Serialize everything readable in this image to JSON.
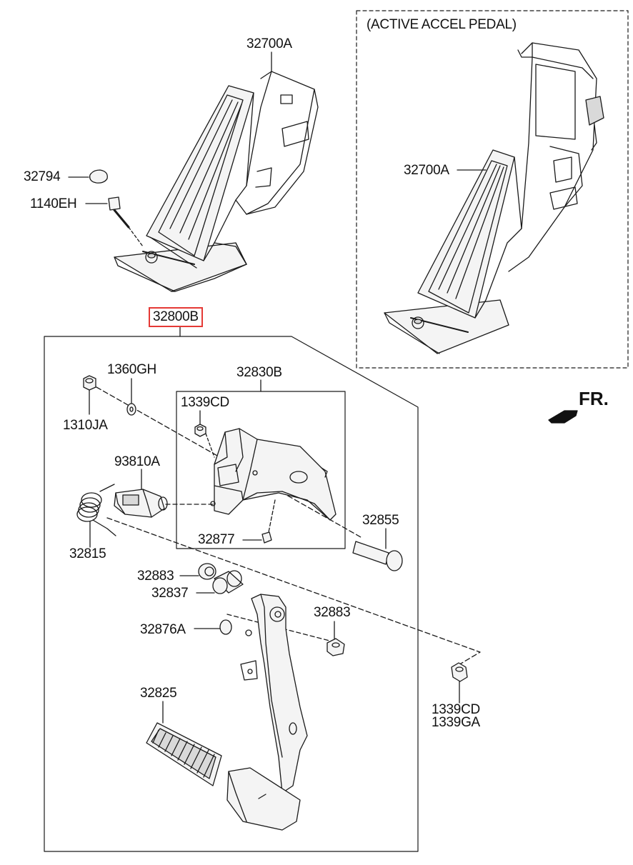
{
  "active_box_title": "(ACTIVE ACCEL PEDAL)",
  "direction_label": "FR.",
  "labels": {
    "accel_top": "32700A",
    "accel_active": "32700A",
    "cap": "32794",
    "bolt": "1140EH",
    "assembly": "32800B",
    "bracket_sub": "32830B",
    "nut_1310": "1310JA",
    "washer_1360": "1360GH",
    "nut_1339_inner": "1339CD",
    "switch": "93810A",
    "spring": "32815",
    "pin_32877": "32877",
    "bolt_32855": "32855",
    "bush_left": "32883",
    "bush_right": "32883",
    "sleeve": "32837",
    "stopper": "32876A",
    "pad": "32825",
    "nut_bottom_a": "1339CD",
    "nut_bottom_b": "1339GA"
  },
  "colors": {
    "line": "#1a1a1a",
    "highlight": "#e53935",
    "fill": "#f4f4f4",
    "shade": "#d9d9d9"
  }
}
